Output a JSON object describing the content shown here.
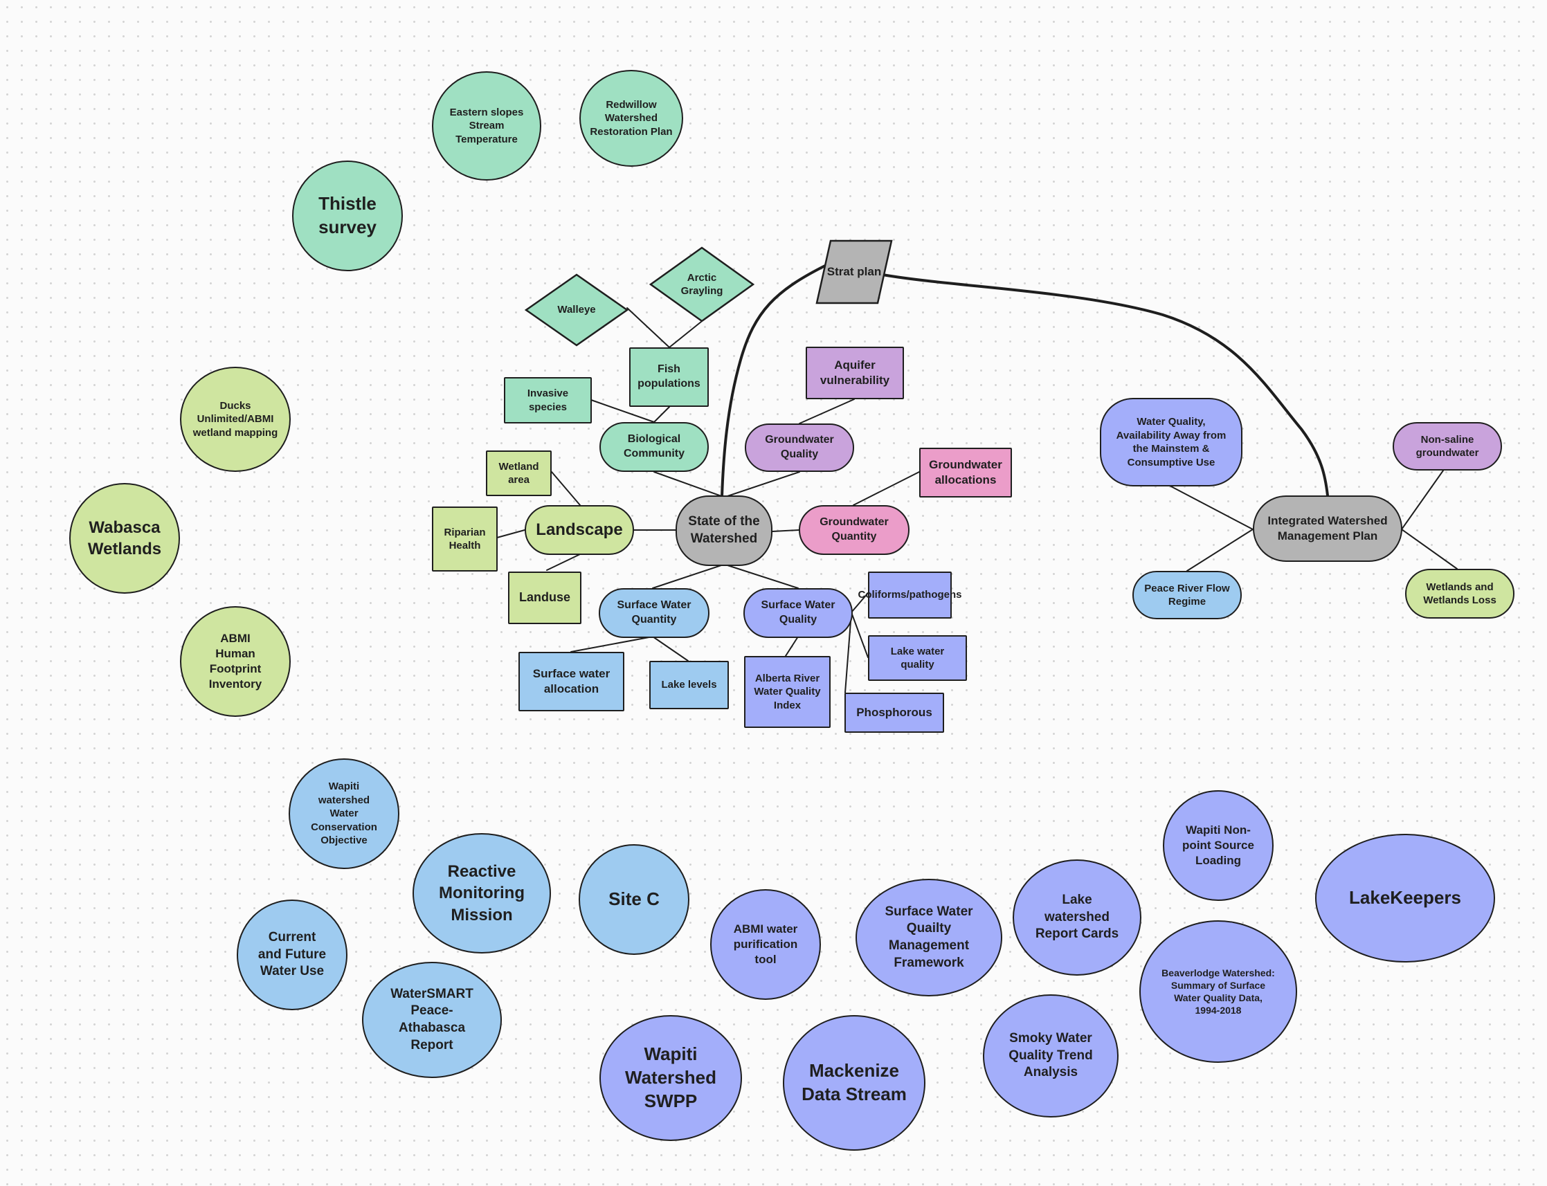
{
  "diagram": {
    "colors": {
      "green": "#9fe0c2",
      "lime": "#cfe5a0",
      "blue": "#9ecbf0",
      "indigo": "#a3aefa",
      "purple": "#c9a3dc",
      "pink": "#eb9dc9",
      "grey": "#b4b4b4",
      "stroke": "#1e1e1e"
    },
    "nodes": {
      "eastern_slopes": "Eastern slopes Stream Temperature",
      "redwillow": "Redwillow Watershed Restoration Plan",
      "thistle": "Thistle survey",
      "ducks": "Ducks Unlimited/ABMI wetland mapping",
      "wabasca": "Wabasca Wetlands",
      "abmi_hfi": "ABMI Human Footprint Inventory",
      "walleye": "Walleye",
      "arctic_grayling": "Arctic Grayling",
      "strat_plan": "Strat plan",
      "fish_populations": "Fish populations",
      "invasive_species": "Invasive species",
      "biological_community": "Biological Community",
      "aquifer_vulnerability": "Aquifer vulnerability",
      "groundwater_quality": "Groundwater Quality",
      "groundwater_allocations": "Groundwater allocations",
      "groundwater_quantity": "Groundwater Quantity",
      "wetland_area": "Wetland area",
      "riparian_health": "Riparian Health",
      "landscape": "Landscape",
      "state_of_watershed": "State of the Watershed",
      "landuse": "Landuse",
      "sw_quantity": "Surface Water Quantity",
      "sw_quality": "Surface Water Quality",
      "coliforms": "Coliforms/pathogens",
      "lake_water_quality": "Lake water quality",
      "sw_allocation": "Surface water allocation",
      "lake_levels": "Lake levels",
      "arwqi": "Alberta River Water Quality Index",
      "phosphorous": "Phosphorous",
      "wq_availability": "Water Quality, Availability Away from the Mainstem & Consumptive Use",
      "iwmp": "Integrated Watershed Management Plan",
      "non_saline": "Non-saline groundwater",
      "peace_flow": "Peace River Flow Regime",
      "wetlands_loss": "Wetlands and Wetlands Loss",
      "wapiti_wco": "Wapiti watershed Water Conservation Objective",
      "reactive_monitoring": "Reactive Monitoring Mission",
      "site_c": "Site C",
      "current_future": "Current and Future Water Use",
      "watersmart": "WaterSMART Peace-Athabasca Report",
      "abmi_purification": "ABMI water purification tool",
      "swqmf": "Surface Water Quailty Management Framework",
      "lake_report_cards": "Lake watershed Report Cards",
      "wapiti_nps": "Wapiti Non-point Source Loading",
      "lakekeepers": "LakeKeepers",
      "beaverlodge": "Beaverlodge Watershed: Summary of Surface Water Quality Data, 1994-2018",
      "smoky": "Smoky Water Quality Trend Analysis",
      "wapiti_swpp": "Wapiti Watershed SWPP",
      "mackenzie": "Mackenize Data Stream"
    }
  }
}
